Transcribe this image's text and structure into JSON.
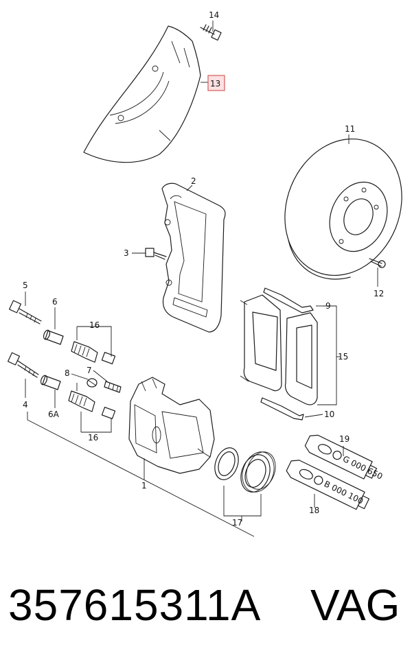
{
  "callouts": {
    "c1": "1",
    "c2": "2",
    "c3": "3",
    "c4": "4",
    "c5": "5",
    "c6": "6",
    "c6a": "6A",
    "c7": "7",
    "c8": "8",
    "c9": "9",
    "c10": "10",
    "c11": "11",
    "c12": "12",
    "c13": "13",
    "c14": "14",
    "c15": "15",
    "c16a": "16",
    "c16b": "16",
    "c17": "17",
    "c18": "18",
    "c19": "19"
  },
  "tubes": {
    "upper_text": "G 000 650",
    "lower_text": "B 000 100",
    "logo_mark": "vw-logo-icon"
  },
  "highlight_color": "#d45a5a",
  "caption": {
    "part_number": "357615311A",
    "brand": "VAG"
  }
}
